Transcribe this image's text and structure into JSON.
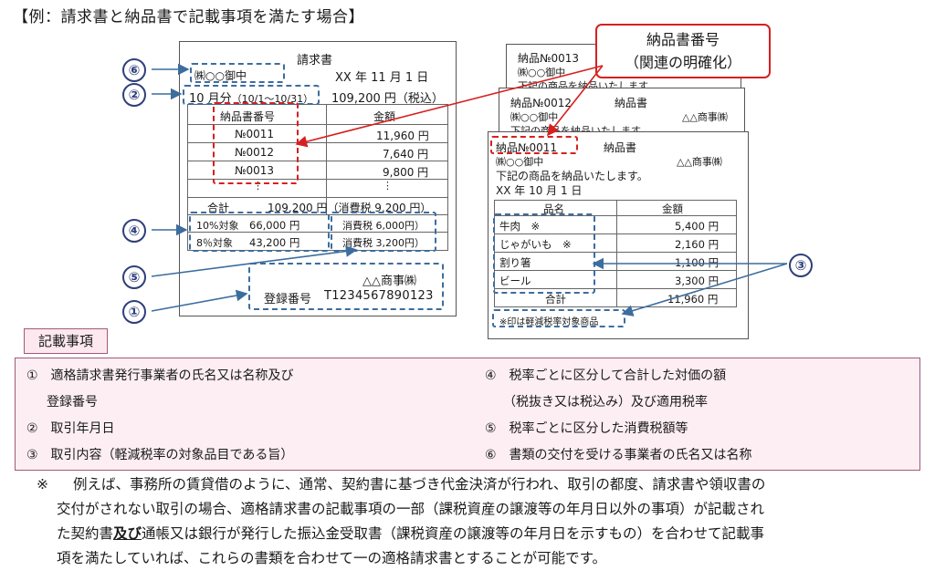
{
  "title": "【例：請求書と納品書で記載事項を満たす場合】",
  "callout": {
    "line1": "納品書番号",
    "line2": "（関連の明確化）"
  },
  "invoice": {
    "heading": "請求書",
    "recipient": "㈱○○御中",
    "date": "XX 年 11 月 1 日",
    "period_main": "10 月分",
    "period_range": "（10/1～10/31）",
    "total_top": "109,200 円（税込）",
    "col_no": "納品書番号",
    "col_amount": "金額",
    "rows": [
      {
        "no": "№0011",
        "amount": "11,960 円"
      },
      {
        "no": "№0012",
        "amount": "7,640 円"
      },
      {
        "no": "№0013",
        "amount": "9,800 円"
      }
    ],
    "dots1": "⋮",
    "dots2": "⋮",
    "sum_label": "合計",
    "sum_value": "109,200 円（消費税 9,200 円）",
    "tax10_label": "10%対象",
    "tax10_amount": "66,000 円",
    "tax10_tax": "消費税 6,000円）",
    "tax8_label": "8％対象",
    "tax8_amount": "43,200 円",
    "tax8_tax": "消費税 3,200円）",
    "issuer": "△△商事㈱",
    "reg_label": "登録番号",
    "reg_no": "T1234567890123"
  },
  "delivery_back2": {
    "no": "納品№0013",
    "recipient": "㈱○○御中",
    "text": "下記の商品を納品いたします"
  },
  "delivery_back1": {
    "no": "納品№0012",
    "heading": "納品書",
    "recipient": "㈱○○御中",
    "issuer": "△△商事㈱",
    "text": "下記の商品を納品いたします"
  },
  "delivery": {
    "no": "納品№0011",
    "heading": "納品書",
    "recipient": "㈱○○御中",
    "issuer": "△△商事㈱",
    "text": "下記の商品を納品いたします。",
    "date": "XX 年 10 月 1 日",
    "col_item": "品名",
    "col_amount": "金額",
    "rows": [
      {
        "item": "牛肉　※",
        "amount": "5,400 円"
      },
      {
        "item": "じゃがいも　※",
        "amount": "2,160 円"
      },
      {
        "item": "割り箸",
        "amount": "1,100 円"
      },
      {
        "item": "ビール",
        "amount": "3,300 円"
      }
    ],
    "sum_label": "合計",
    "sum_value": "11,960 円",
    "footnote": "※印は軽減税率対象商品"
  },
  "markers": [
    "①",
    "②",
    "③",
    "④",
    "⑤",
    "⑥"
  ],
  "requirements_label": "記載事項",
  "requirements": {
    "r1a": "①　適格請求書発行事業者の氏名又は名称及び",
    "r1b": "登録番号",
    "r2": "②　取引年月日",
    "r3": "③　取引内容（軽減税率の対象品目である旨）",
    "r4a": "④　税率ごとに区分して合計した対価の額",
    "r4b": "（税抜き又は税込み）及び適用税率",
    "r5": "⑤　税率ごとに区分した消費税額等",
    "r6": "⑥　書類の交付を受ける事業者の氏名又は名称"
  },
  "note": {
    "mark": "※",
    "l1": "例えば、事務所の賃貸借のように、通常、契約書に基づき代金決済が行われ、取引の都度、請求書や領収書の",
    "l2": "交付がされない取引の場合、適格請求書の記載事項の一部（課税資産の譲渡等の年月日以外の事項）が記載され",
    "l3a": "た契約書",
    "l3b": "及び",
    "l3c": "通帳又は銀行が発行した振込金受取書（課税資産の譲渡等の年月日を示すもの）を合わせて記載事",
    "l4": "項を満たしていれば、これらの書類を合わせて一の適格請求書とすることが可能です。"
  },
  "colors": {
    "marker": "#2f3f7a",
    "highlight_red": "#d62020",
    "highlight_blue": "#3c6d9e",
    "panel": "#fceef3"
  }
}
